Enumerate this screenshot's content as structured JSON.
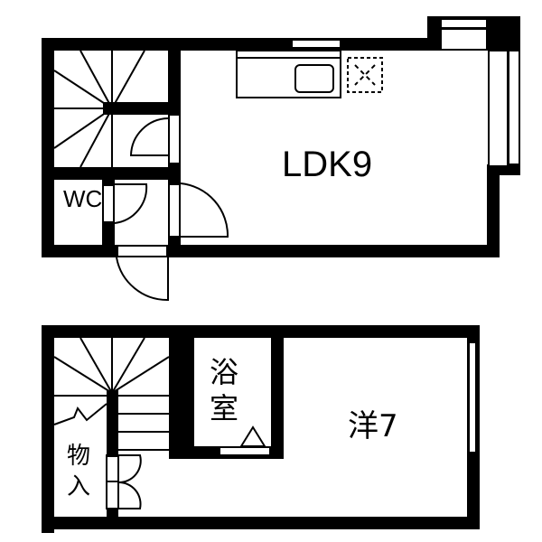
{
  "floor_plan": {
    "upper_floor": {
      "rooms": [
        {
          "id": "ldk",
          "label": "LDK9"
        },
        {
          "id": "wc",
          "label": "WC"
        }
      ],
      "fixtures": [
        "kitchen-counter",
        "sink",
        "stove",
        "staircase",
        "windows",
        "doors"
      ]
    },
    "lower_floor": {
      "rooms": [
        {
          "id": "bathroom",
          "label": "浴室"
        },
        {
          "id": "western-room",
          "label": "洋7"
        },
        {
          "id": "storage",
          "label": "物入"
        }
      ],
      "fixtures": [
        "staircase",
        "bifold-door",
        "bath-entrance-step",
        "windows"
      ]
    },
    "colors": {
      "wall": "#000000",
      "background": "#ffffff",
      "line": "#000000"
    }
  }
}
